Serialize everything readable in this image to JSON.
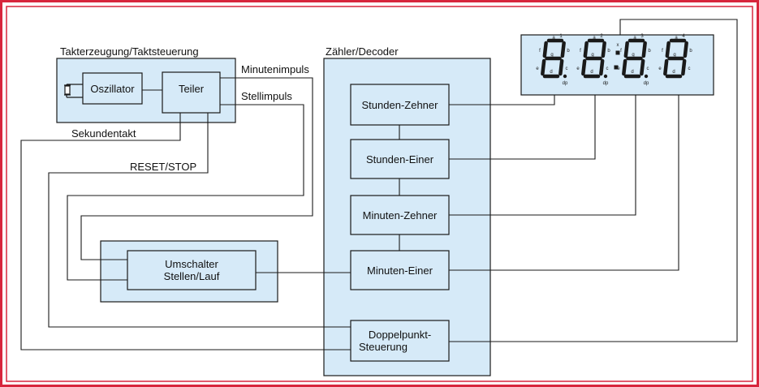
{
  "groups": {
    "clock_group_title": "Takterzeugung/Taktsteuerung",
    "counter_group_title": "Zähler/Decoder"
  },
  "blocks": {
    "oscillator": "Oszillator",
    "divider": "Teiler",
    "switch_line1": "Umschalter",
    "switch_line2": "Stellen/Lauf",
    "hours_tens": "Stunden-Zehner",
    "hours_ones": "Stunden-Einer",
    "minutes_tens": "Minuten-Zehner",
    "minutes_ones": "Minuten-Einer",
    "colon_line1": "Doppelpunkt-",
    "colon_line2": "Steuerung"
  },
  "signals": {
    "minute_pulse": "Minutenimpuls",
    "set_pulse": "Stellimpuls",
    "second_clock": "Sekundentakt",
    "reset_stop": "RESET/STOP"
  },
  "display": {
    "digits": [
      "8",
      "8",
      "8",
      "8"
    ],
    "digit_numbers": [
      "1",
      "2",
      "3",
      "4"
    ],
    "segment_letters": [
      "a",
      "b",
      "c",
      "d",
      "e",
      "f",
      "g"
    ],
    "dp_label": "dp",
    "colon_label": "x"
  },
  "colors": {
    "frame": "#d7263d",
    "box_fill": "#d6eaf8",
    "line": "#1a1a1a",
    "segment": "#1a1a1a"
  }
}
